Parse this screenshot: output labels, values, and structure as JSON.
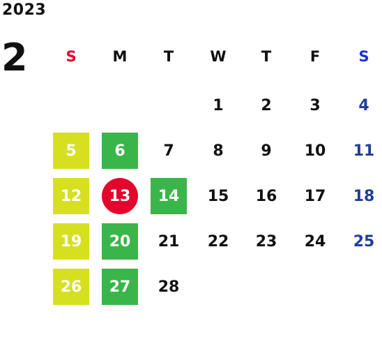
{
  "calendar": {
    "year": "2023",
    "month": "2",
    "weekdays": [
      "S",
      "M",
      "T",
      "W",
      "T",
      "F",
      "S"
    ],
    "colors": {
      "sunday_header": "#e2062c",
      "saturday_header": "#1f32d8",
      "saturday_day": "#1f3f97",
      "lime_highlight": "#d6e021",
      "green_highlight": "#3ab54a",
      "today_circle": "#e2062c"
    },
    "days": [
      {
        "day": "1",
        "weekday": 3,
        "row": 0,
        "style": "normal"
      },
      {
        "day": "2",
        "weekday": 4,
        "row": 0,
        "style": "normal"
      },
      {
        "day": "3",
        "weekday": 5,
        "row": 0,
        "style": "normal"
      },
      {
        "day": "4",
        "weekday": 6,
        "row": 0,
        "style": "saturday"
      },
      {
        "day": "5",
        "weekday": 0,
        "row": 1,
        "style": "lime"
      },
      {
        "day": "6",
        "weekday": 1,
        "row": 1,
        "style": "green"
      },
      {
        "day": "7",
        "weekday": 2,
        "row": 1,
        "style": "normal"
      },
      {
        "day": "8",
        "weekday": 3,
        "row": 1,
        "style": "normal"
      },
      {
        "day": "9",
        "weekday": 4,
        "row": 1,
        "style": "normal"
      },
      {
        "day": "10",
        "weekday": 5,
        "row": 1,
        "style": "normal"
      },
      {
        "day": "11",
        "weekday": 6,
        "row": 1,
        "style": "saturday"
      },
      {
        "day": "12",
        "weekday": 0,
        "row": 2,
        "style": "lime"
      },
      {
        "day": "13",
        "weekday": 1,
        "row": 2,
        "style": "today"
      },
      {
        "day": "14",
        "weekday": 2,
        "row": 2,
        "style": "green"
      },
      {
        "day": "15",
        "weekday": 3,
        "row": 2,
        "style": "normal"
      },
      {
        "day": "16",
        "weekday": 4,
        "row": 2,
        "style": "normal"
      },
      {
        "day": "17",
        "weekday": 5,
        "row": 2,
        "style": "normal"
      },
      {
        "day": "18",
        "weekday": 6,
        "row": 2,
        "style": "saturday"
      },
      {
        "day": "19",
        "weekday": 0,
        "row": 3,
        "style": "lime"
      },
      {
        "day": "20",
        "weekday": 1,
        "row": 3,
        "style": "green"
      },
      {
        "day": "21",
        "weekday": 2,
        "row": 3,
        "style": "normal"
      },
      {
        "day": "22",
        "weekday": 3,
        "row": 3,
        "style": "normal"
      },
      {
        "day": "23",
        "weekday": 4,
        "row": 3,
        "style": "normal"
      },
      {
        "day": "24",
        "weekday": 5,
        "row": 3,
        "style": "normal"
      },
      {
        "day": "25",
        "weekday": 6,
        "row": 3,
        "style": "saturday"
      },
      {
        "day": "26",
        "weekday": 0,
        "row": 4,
        "style": "lime"
      },
      {
        "day": "27",
        "weekday": 1,
        "row": 4,
        "style": "green"
      },
      {
        "day": "28",
        "weekday": 2,
        "row": 4,
        "style": "normal"
      }
    ]
  }
}
